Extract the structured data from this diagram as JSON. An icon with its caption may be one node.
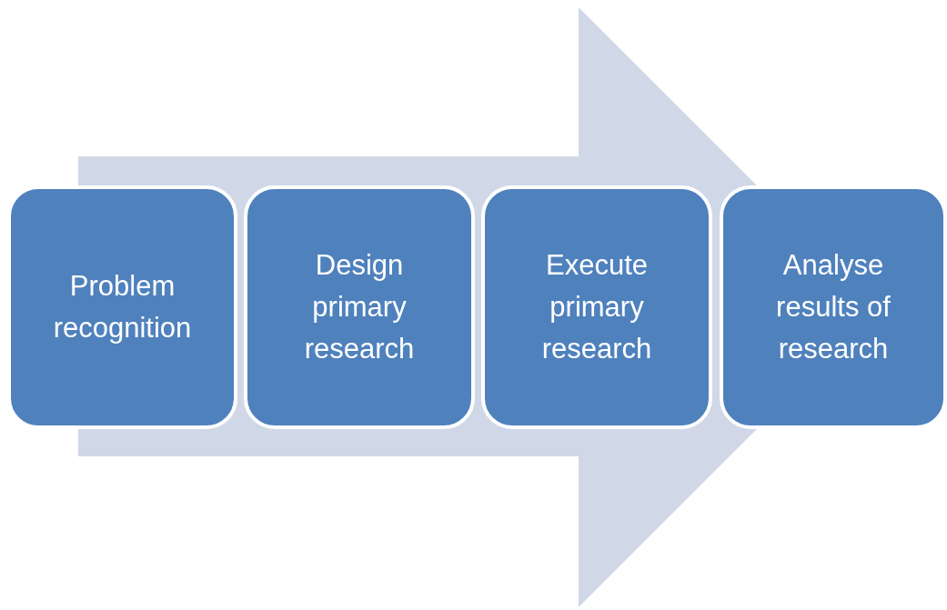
{
  "diagram": {
    "nodes": [
      {
        "text": [
          "Problem recognition"
        ]
      },
      {
        "text": [
          "Design primary research"
        ]
      },
      {
        "text": [
          "Execute primary research"
        ]
      },
      {
        "text": [
          "Analyse results of research"
        ]
      }
    ],
    "edges": [
      {
        "from": 0,
        "to": 3,
        "arrow": "to"
      }
    ]
  }
}
